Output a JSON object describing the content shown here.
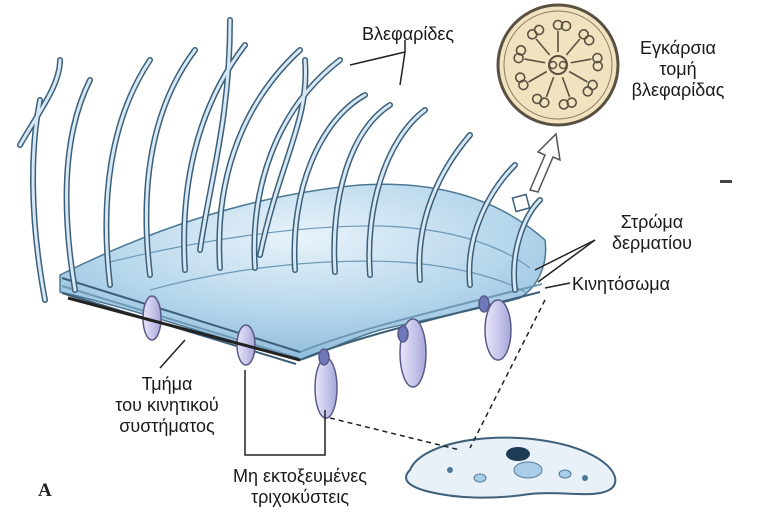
{
  "labels": {
    "cilia": "Βλεφαρίδες",
    "cross_section": [
      "Εγκάρσια",
      "τομή",
      "βλεφαρίδας"
    ],
    "pellicle": [
      "Στρώμα",
      "δερματίου"
    ],
    "kinetosome": "Κινητόσωμα",
    "kinetic_system": [
      "Τμήμα",
      "του κινητικού",
      "συστήματος"
    ],
    "trichocysts": [
      "Μη εκτοξευμένες",
      "τριχοκύστεις"
    ],
    "panel": "A"
  },
  "colors": {
    "cilia_fill": "#d6e8f3",
    "cilia_stroke": "#3d5f7a",
    "pellicle_fill": "#a9cde6",
    "trichocyst_fill": "#cfd0ef",
    "cross_section_fill": "#f1e3c0",
    "text": "#1a1a1a"
  }
}
